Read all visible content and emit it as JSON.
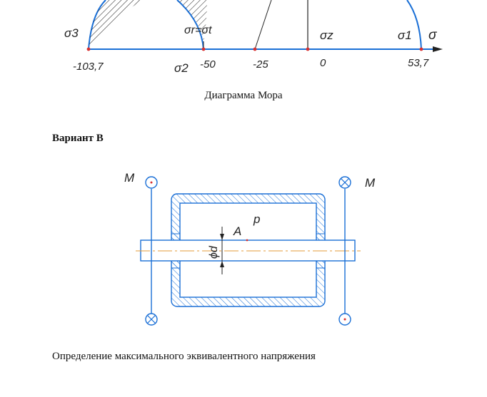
{
  "mohr_diagram": {
    "axis_label": "σ",
    "tick_labels": [
      "-103,7",
      "-50",
      "-25",
      "0",
      "53,7"
    ],
    "point_labels": {
      "sigma3": "σ3",
      "sigma2": "σ2",
      "sigma_r_eq_sigma_t": "σr=σt",
      "sigma_z": "σz",
      "sigma1": "σ1"
    },
    "caption": "Диаграмма Мора",
    "line_color": "#1a6fd6",
    "axis_color": "#1a6fd6",
    "point_color": "#d83030"
  },
  "section": {
    "variant_title": "Вариант В"
  },
  "scheme": {
    "moment_left": "M",
    "moment_right": "M",
    "label_A": "A",
    "label_p": "p",
    "label_d": "ϕd",
    "line_color": "#1a6fd6",
    "centerline_color": "#e39b3a"
  },
  "body_text": {
    "paragraph": "Определение максимального эквивалентного напряжения"
  }
}
